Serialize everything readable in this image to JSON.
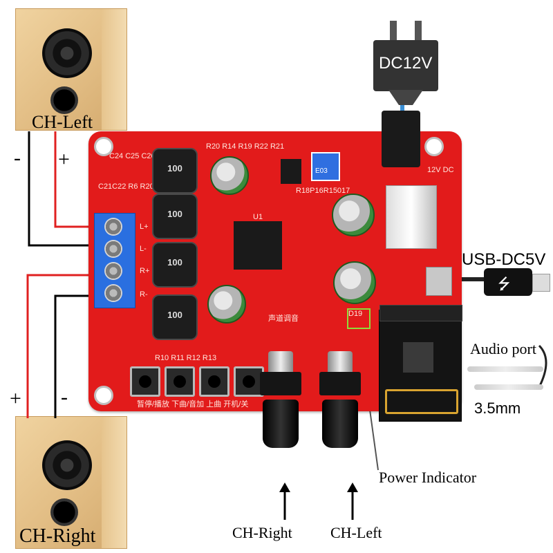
{
  "speakers": {
    "left_label": "CH-Left",
    "right_label": "CH-Right",
    "left_minus": "-",
    "left_plus": "+",
    "right_plus": "+",
    "right_minus": "-"
  },
  "power": {
    "plug_label": "DC12V",
    "usb_label": "USB-DC5V",
    "usb_icon": "usb-icon"
  },
  "audio": {
    "port_label": "Audio port",
    "jack_size": "3.5mm"
  },
  "indicator": {
    "label": "Power Indicator"
  },
  "knobs": {
    "right_label": "CH-Right",
    "left_label": "CH-Left"
  },
  "board": {
    "inductor_label": "100",
    "pot_label": "E03",
    "indicator_ref": "D19",
    "chip_ref": "U1",
    "refs_top": "R20 R14 R19 R22 R21",
    "refs_caps": "C24 C25 C26",
    "refs_row": "C21C22 R6 R20",
    "refs_bottom": "R10 R11 R12 R13",
    "refs_pcb": "R18P16R15017",
    "terminal_labels": [
      "L+",
      "L-",
      "R+",
      "R-"
    ],
    "silk_buttons": "暂停/播放 下曲/音加 上曲 开机/关",
    "silk_knob": "声道调音",
    "dc_ref": "12V DC"
  },
  "colors": {
    "board": "#e21b1b",
    "wire_red": "#e02020",
    "wire_black": "#000000"
  }
}
